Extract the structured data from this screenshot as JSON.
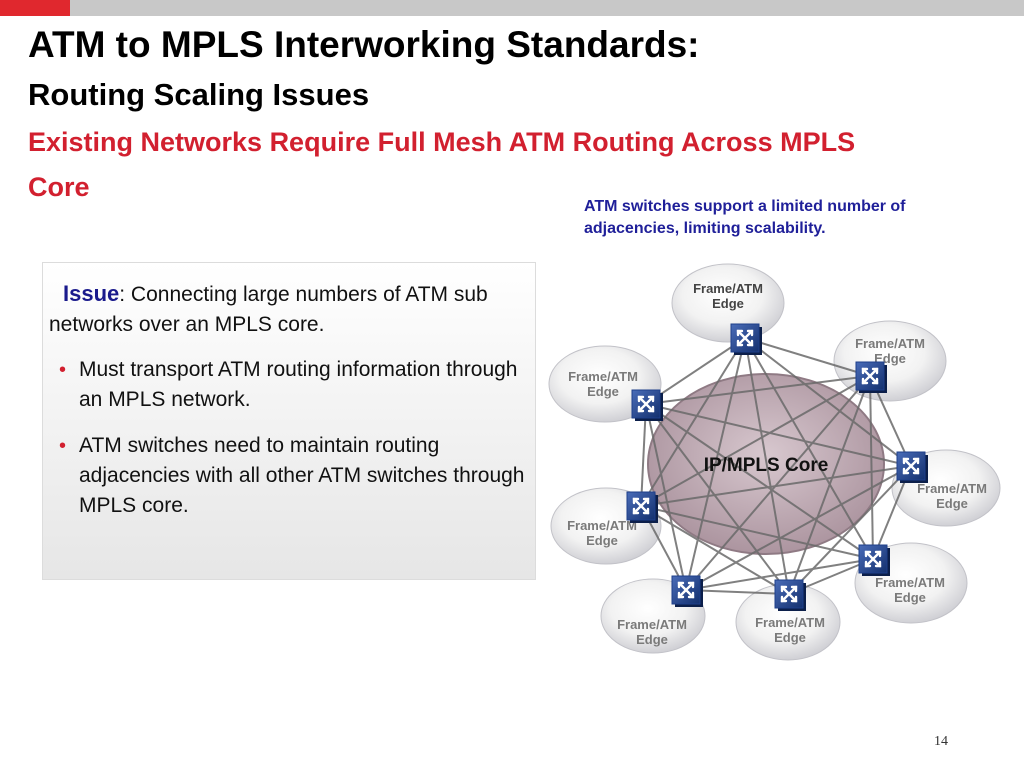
{
  "slide": {
    "title": "ATM to MPLS Interworking Standards:",
    "subtitle": "Routing Scaling Issues",
    "red_heading": "Existing Networks Require Full Mesh ATM Routing Across MPLS Core",
    "callout": "ATM switches support a limited number of adjacencies, limiting scalability.",
    "issue_label": "Issue",
    "issue_text": ": Connecting large numbers of ATM sub networks over an MPLS core.",
    "bullets": [
      "Must transport ATM routing information through an MPLS network.",
      "ATM switches need to maintain routing adjacencies with all other ATM switches through MPLS core."
    ],
    "page_number": "14"
  },
  "diagram": {
    "core_label": "IP/MPLS Core",
    "edges": [
      {
        "line1": "Frame/ATM",
        "line2": "Edge"
      },
      {
        "line1": "Frame/ATM",
        "line2": "Edge"
      },
      {
        "line1": "Frame/ATM",
        "line2": "Edge"
      },
      {
        "line1": "Frame/ATM",
        "line2": "Edge"
      },
      {
        "line1": "Frame/ATM",
        "line2": "Edge"
      },
      {
        "line1": "Frame/ATM",
        "line2": "Edge"
      },
      {
        "line1": "Frame/ATM",
        "line2": "Edge"
      },
      {
        "line1": "Frame/ATM",
        "line2": "Edge"
      }
    ]
  },
  "colors": {
    "accent_red": "#d2202f",
    "callout_blue": "#1f1f99",
    "switch_blue": "#1e3f8a",
    "core_fill": "#c7b3bd"
  }
}
